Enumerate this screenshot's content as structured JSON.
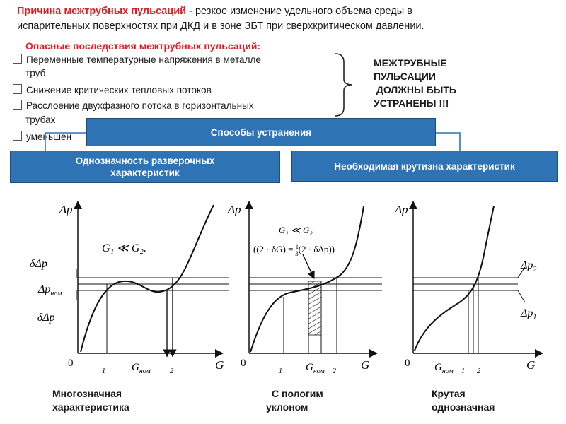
{
  "intro": {
    "title": "Причина межтрубных пульсаций",
    "text1": " - резкое изменение удельного объема среды в",
    "text2": "испарительных поверхностях при ДКД и в зоне ЗБТ при сверхкритическом давлении."
  },
  "consequences": {
    "title": "Опасные последствия межтрубных пульсаций:",
    "items": [
      "Переменные температурные напряжения в металле",
      "труб",
      "Снижение критических тепловых потоков",
      "Расслоение двухфазного потока в горизонтальных",
      "трубах",
      "уменьшен"
    ]
  },
  "callout": {
    "line1": "МЕЖТРУБНЫЕ",
    "line2": "ПУЛЬСАЦИИ",
    "line3": " ДОЛЖНЫ БЫТЬ",
    "line4": "УСТРАНЕНЫ !!!"
  },
  "methods": {
    "title": "Способы устранения",
    "uniq_line1": "Однозначность разверочных",
    "uniq_line2": "характеристик",
    "steep": "Необходимая крутизна характеристик"
  },
  "graphs": {
    "dp": "Δp",
    "g": "G",
    "zero": "0",
    "g1": {
      "relation": "G₁ ≪ G₂.",
      "plus_label": "δΔp",
      "nom_label": "Δp",
      "nom_sub": "ном",
      "minus_label": "−δΔp"
    },
    "g1_sub": "1",
    "g2": {
      "relation": "G₁ ≪ G₂",
      "formula_left": "((2 · δG) = ",
      "formula_num": "1",
      "formula_den": "3",
      "formula_right": "(2 · δΔp))"
    },
    "g2_sub": "2",
    "gnom": "G",
    "gnom_sub": "ном",
    "g3": {
      "dp2": "Δp",
      "dp2_sub": "2",
      "dp1": "Δp",
      "dp1_sub": "1"
    }
  },
  "captions": {
    "c1_line1": "Многозначная",
    "c1_line2": "характеристика",
    "c2_line1": "С пологим",
    "c2_line2": "уклоном",
    "c3_line1": "Крутая",
    "c3_line2": "однозначная"
  },
  "colors": {
    "accent_red": "#e31b23",
    "box_blue": "#2e74b5",
    "connector": "#2e74b5"
  }
}
